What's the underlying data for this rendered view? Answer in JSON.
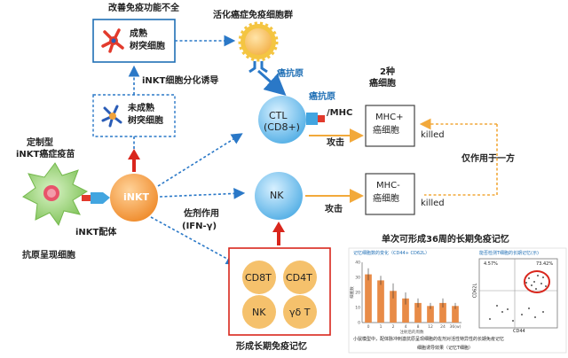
{
  "labels": {
    "top_title": "改善免疫功能不全",
    "mature_dc": [
      "成熟",
      "树突细胞"
    ],
    "activate_title": "活化癌症免疫细胞群",
    "inkt_induction": "iNKT细胞分化诱导",
    "immature_dc": [
      "未成熟",
      "树突细胞"
    ],
    "vaccine": [
      "定制型",
      "iNKT癌症疫苗"
    ],
    "inkt_ligand": "iNKT配体",
    "apc": "抗原呈现细胞",
    "inkt": "iNKT",
    "ctl": [
      "CTL",
      "(CD8+)"
    ],
    "nk": "NK",
    "cancer_antigen_1": "癌抗原",
    "cancer_antigen_2": "癌抗原",
    "mhc": "/MHC",
    "two_types": [
      "2种",
      "癌细胞"
    ],
    "mhc_plus": [
      "MHC+",
      "癌细胞"
    ],
    "mhc_minus": [
      "MHC-",
      "癌细胞"
    ],
    "killed_1": "killed",
    "killed_2": "killed",
    "attack_1": "攻击",
    "attack_2": "攻击",
    "only_one": "仅作用于一方",
    "adjuvant": [
      "佐剂作用",
      "(IFN-γ)"
    ],
    "memory_cells": [
      "CD8T",
      "CD4T",
      "NK",
      "γδ T"
    ],
    "memory_title": "形成长期免疫记忆",
    "longterm_title": "单次可形成36周的长期免疫记忆",
    "mini_chart_title": "记忆细胞数的变化（CD44+ CD62L）",
    "flow_title": "能否检测T细胞的长期记忆(示)",
    "flow_y": "CD62L",
    "flow_x": "CD44",
    "flow_q1": "4.57%",
    "flow_q2": "73.42%",
    "caption": [
      "小鼠模型中，配体脉冲刺激抗原呈现细胞的佐剂对活性特异性的长期免疫记忆",
      "细胞诱导效果（记忆T细胞）"
    ]
  },
  "colors": {
    "blue": "#1f6fb5",
    "light_blue_cell": "#5ab4e6",
    "orange_cell": "#f39c3c",
    "red_arrow": "#d9261c",
    "dashed_blue": "#2a78c7",
    "yellow_dashed": "#f2a93b",
    "red_box": "#d9261c",
    "bar": "#e88b47"
  },
  "chart_data": {
    "type": "bar",
    "title": "记忆细胞数的变化（CD44+ CD62L）",
    "xlabel": "注射后的周数",
    "ylabel": "细胞数",
    "categories": [
      "0",
      "1",
      "2",
      "4",
      "8",
      "12",
      "24",
      "36(w)"
    ],
    "values": [
      32,
      28,
      21,
      16,
      13,
      11,
      13,
      11
    ],
    "errors": [
      4,
      3,
      5,
      4,
      3,
      2,
      3,
      2
    ],
    "ylim": [
      0,
      40
    ],
    "yticks": [
      "0",
      "10",
      "20",
      "30",
      "40"
    ]
  }
}
